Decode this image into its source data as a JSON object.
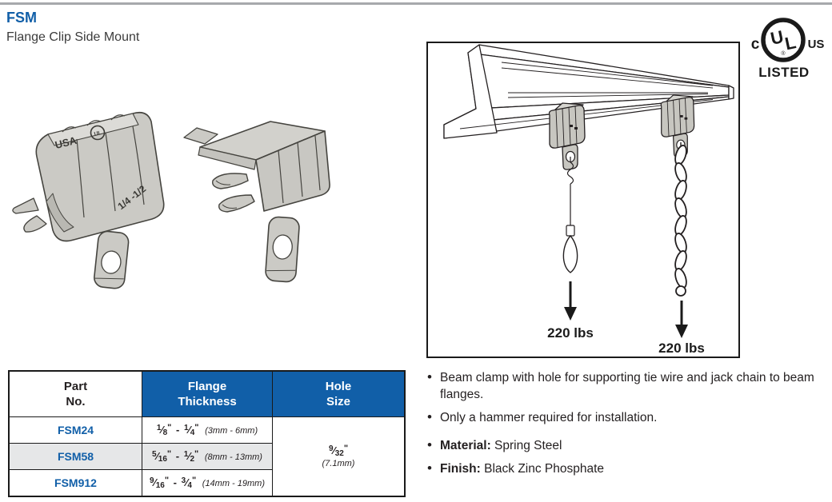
{
  "page": {
    "code": "FSM",
    "name": "Flange Clip Side Mount"
  },
  "ul_mark": {
    "c": "c",
    "u": "U",
    "l": "L",
    "us": "US",
    "registered": "®",
    "listed": "LISTED"
  },
  "illustration": {
    "usa": "USA",
    "mini_ul": "UL",
    "size_range": "1/4 -1/2"
  },
  "diagram": {
    "wire_load": "220 lbs",
    "chain_load": "220 lbs"
  },
  "table": {
    "headers": {
      "part1": "Part",
      "part2": "No.",
      "thick1": "Flange",
      "thick2": "Thickness",
      "hole1": "Hole",
      "hole2": "Size"
    },
    "rows": [
      {
        "part": "FSM24",
        "n1": "1",
        "d1": "8",
        "n2": "1",
        "d2": "4",
        "metric": "(3mm - 6mm)"
      },
      {
        "part": "FSM58",
        "n1": "5",
        "d1": "16",
        "n2": "1",
        "d2": "2",
        "metric": "(8mm - 13mm)"
      },
      {
        "part": "FSM912",
        "n1": "9",
        "d1": "16",
        "n2": "3",
        "d2": "4",
        "metric": "(14mm - 19mm)"
      }
    ],
    "hole": {
      "n": "9",
      "d": "32",
      "metric": "(7.1mm)"
    },
    "sym": {
      "inch": "\"",
      "dash": "-",
      "slash": "⁄"
    }
  },
  "features": [
    {
      "label": "",
      "text": "Beam clamp with hole for supporting tie wire and jack chain to beam flanges."
    },
    {
      "label": "",
      "text": "Only a hammer required for installation."
    },
    {
      "label": "Material:",
      "text": " Spring Steel"
    },
    {
      "label": "Finish:",
      "text": " Black Zinc Phosphate"
    }
  ],
  "colors": {
    "accent_blue": "#115FA8",
    "alt_row": "#E6E7E8",
    "rule": "#A7A9AC",
    "ink": "#231F20",
    "clip_gray": "#CBCAC5"
  }
}
